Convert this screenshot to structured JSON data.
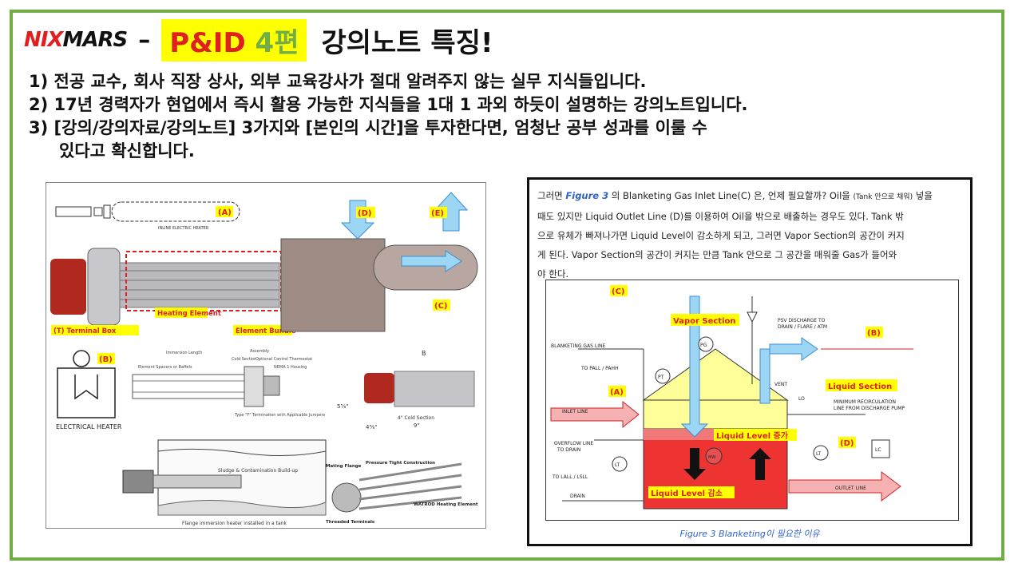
{
  "header": {
    "logo_nix": "NIX",
    "logo_mars": "MARS",
    "dash": "–",
    "hl_red": "P&ID",
    "hl_green": "4편",
    "title": "강의노트 특징!"
  },
  "bullets": {
    "b1": "1) 전공 교수, 회사 직장 상사, 외부 교육강사가 절대 알려주지 않는 실무 지식들입니다.",
    "b2": "2) 17년 경력자가 현업에서 즉시 활용 가능한 지식들을 1대 1 과외 하듯이 설명하는 강의노트입니다.",
    "b3a": "3) [강의/강의자료/강의노트] 3가지와 [본인의 시간]을 투자한다면, 엄청난 공부 성과를 이룰 수",
    "b3b": "있다고 확신합니다."
  },
  "left_figure": {
    "label_a": "(A)",
    "label_b": "(B)",
    "label_c": "(C)",
    "label_d": "(D)",
    "label_e": "(E)",
    "inline_heater": "INLINE ELECTRIC HEATER",
    "terminal_box": "(T) Terminal Box",
    "heating_element": "Heating Element",
    "element_bundle": "Element Bundle",
    "electrical_heater": "ELECTRICAL HEATER",
    "immersion_length": "Immersion Length",
    "element_spacers": "Element Spacers or Baffels",
    "cold_section": "Cold Section",
    "assembly": "Assembly",
    "optional_thermostat": "Optional Control Thermostat",
    "nema1": "NEMA 1 Housing",
    "type_f": "Type \"F\" Termination with Applicable Jumpers",
    "dim_b": "B",
    "dim_5": "5⅝\"",
    "dim_4": "4⅝\"",
    "dim_9": "9\"",
    "cold_section_4": "4\" Cold Section",
    "sludge": "Sludge & Contamination Build-up",
    "flange_caption": "Flange immersion heater installed in a tank",
    "mating_flange": "Mating Flange",
    "pressure_tight": "Pressure Tight Construction",
    "watrod": "WATROD Heating Element",
    "threaded_terminals": "Threaded Terminals"
  },
  "right_figure": {
    "p_1a": "그러면",
    "p_fig": "Figure 3",
    "p_1b": "의 Blanketing Gas Inlet Line(C) 은, 언제 필요할까? Oil을",
    "p_1c": "(Tank 안으로 채워)",
    "p_1d": "넣을",
    "p_2": "때도 있지만 Liquid Outlet Line (D)를 이용하여 Oil을 밖으로 배출하는 경우도 있다. Tank 밖",
    "p_3": "으로 유체가 빠져나가면 Liquid Level이 감소하게 되고, 그러면 Vapor Section의 공간이 커지",
    "p_4": "게 된다. Vapor Section의 공간이 커지는 만큼 Tank 안으로 그 공간을 매워줄 Gas가 들어와",
    "p_5": "야 한다.",
    "c_label": "(C)",
    "a_label": "(A)",
    "b_label": "(B)",
    "d_label": "(D)",
    "vapor_section": "Vapor Section",
    "liquid_section": "Liquid Section",
    "liquid_up": "Liquid Level 증가",
    "liquid_down": "Liquid Level 감소",
    "blanketing_gas_line": "BLANKETING GAS LINE",
    "to_pall": "TO PALL / PAHH",
    "psv_discharge_1": "PSV DISCHARGE TO",
    "psv_discharge_2": "DRAIN / FLARE / ATM",
    "vent": "VENT",
    "inlet_line": "INLET LINE",
    "overflow_1": "OVERFLOW LINE",
    "overflow_2": "TO DRAIN",
    "to_lall": "TO LALL / LSLL",
    "drain": "DRAIN",
    "min_recirc_1": "MINIMUM RECIRCULATION",
    "min_recirc_2": "LINE FROM DISCHARGE PUMP",
    "outlet_line": "OUTLET LINE",
    "pg": "PG",
    "pt": "PT",
    "lt": "LT",
    "lt2": "LT",
    "lo": "LO",
    "lc": "LC",
    "mw": "MW",
    "caption": "Figure 3 Blanketing이 필요한 이유"
  }
}
